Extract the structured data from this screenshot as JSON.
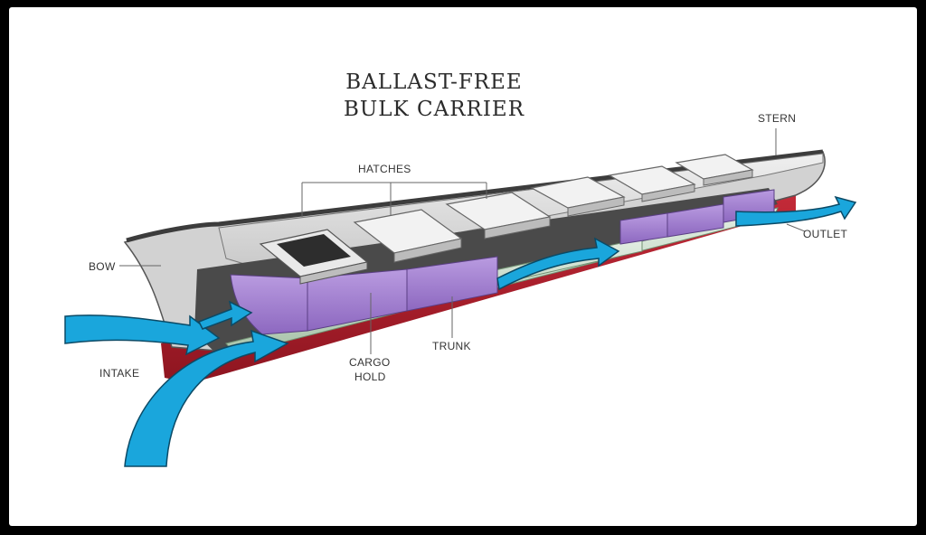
{
  "title": {
    "line1": "BALLAST-FREE",
    "line2": "BULK CARRIER"
  },
  "labels": {
    "stern": "STERN",
    "hatches": "HATCHES",
    "bow": "BOW",
    "outlet": "OUTLET",
    "intake": "INTAKE",
    "cargo_hold": "CARGO",
    "cargo_hold_2": "HOLD",
    "trunk": "TRUNK"
  },
  "colors": {
    "hull_red": "#b0202e",
    "hull_grey": "#d4d4d4",
    "deck": "#e6e6e6",
    "cargo_purple": "#a783d1",
    "trunk_green": "#cfe0cf",
    "water_blue": "#1aa6dc",
    "interior_dark": "#4a4a4a"
  }
}
